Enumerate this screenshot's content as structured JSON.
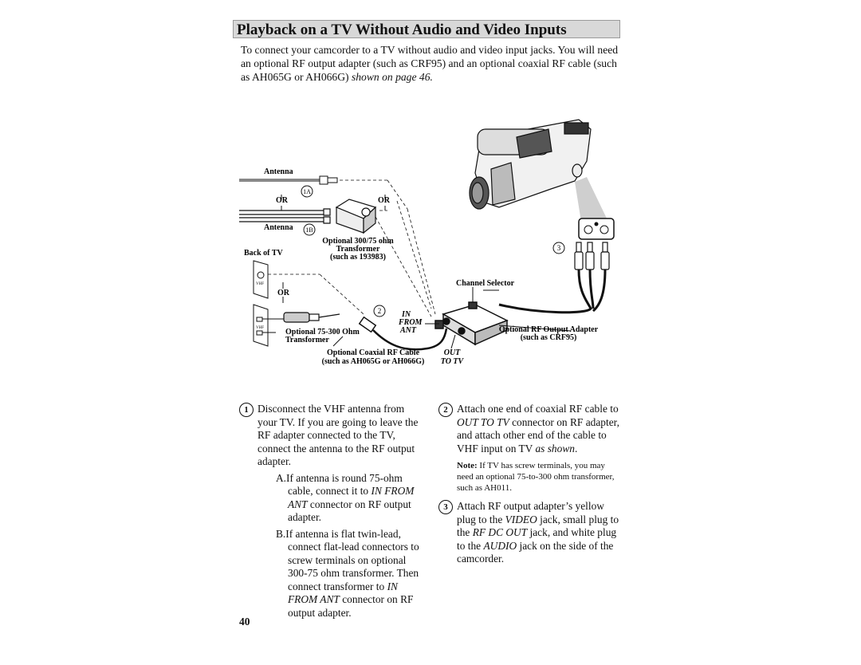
{
  "title": "Playback on a TV Without Audio and Video Inputs",
  "intro": {
    "text": "To connect your camcorder to a TV without audio and video input jacks.  You will need an optional RF output adapter (such as CRF95) and an optional coaxial RF cable (such as AH065G or AH066G) ",
    "italic": "shown on page 46."
  },
  "diagram": {
    "antenna_top": "Antenna",
    "antenna_bottom": "Antenna",
    "or_left": "OR",
    "or_right": "OR",
    "or_middle": "OR",
    "label_1a": "1A",
    "label_1b": "1B",
    "transformer_300_75": [
      "Optional 300/75 ohm",
      "Transformer",
      "(such as 193983)"
    ],
    "back_of_tv": "Back of TV",
    "vhf_top": "VHF",
    "vhf_bottom": "VHF",
    "transformer_75_300": [
      "Optional 75-300 Ohm",
      "Transformer"
    ],
    "label_2": "2",
    "label_3": "3",
    "in_from_ant": [
      "IN",
      "FROM",
      "ANT"
    ],
    "channel_selector": "Channel Selector",
    "rf_output_adapter": [
      "Optional RF Output Adapter",
      "(such as CRF95)"
    ],
    "coaxial_cable": [
      "Optional Coaxial RF Cable",
      "(such as AH065G or AH066G)"
    ],
    "out_to_tv": [
      "OUT",
      "TO TV"
    ]
  },
  "steps": {
    "step1": {
      "num": "1",
      "text": "Disconnect the VHF antenna from your TV.  If you are going to leave the RF adapter connected to the TV, connect the antenna to the RF output adapter.",
      "a_prefix": "A.If antenna is round 75-ohm cable, connect it to ",
      "a_italic": "IN FROM ANT",
      "a_suffix": " connector on RF output adapter.",
      "b_prefix": "B.If antenna is flat twin-lead, connect flat-lead connectors to screw terminals on optional 300-75 ohm transformer.  Then connect transformer to ",
      "b_italic": "IN FROM ANT",
      "b_suffix": " connector on RF output adapter."
    },
    "step2": {
      "num": "2",
      "t1": "Attach one end of coaxial RF cable to ",
      "i1": "OUT TO TV",
      "t2": " connector on RF adapter, and attach other end of the cable to VHF input on TV ",
      "i2": "as shown",
      "t3": "."
    },
    "note": {
      "label": "Note:",
      "text": " If TV has screw terminals, you may need an optional 75-to-300 ohm transformer, such as AH011."
    },
    "step3": {
      "num": "3",
      "t1": "Attach  RF output adapter’s yellow plug to the ",
      "i1": "VIDEO",
      "t2": " jack, small plug to the ",
      "i2": "RF DC OUT",
      "t3": " jack, and white plug to the ",
      "i3": "AUDIO",
      "t4": " jack on the side of the camcorder."
    }
  },
  "page_number": "40"
}
